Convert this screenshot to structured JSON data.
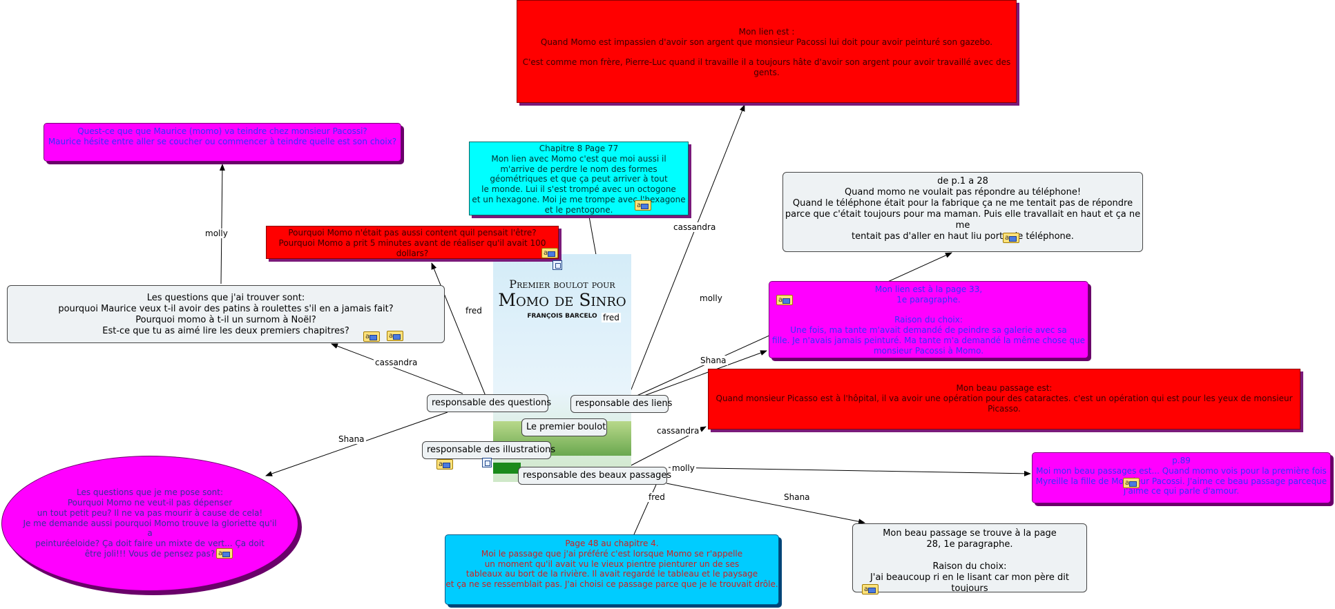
{
  "center": {
    "label": "Le premier boulot"
  },
  "book_cover": {
    "title_line1": "Premier boulot pour",
    "title_line2": "Momo de Sinro",
    "author": "FRANÇOIS BARCELO"
  },
  "branches": {
    "questions": "responsable des questions",
    "liens": "responsable des liens",
    "illustrations": "responsable des illustrations",
    "passages": "responsable des beaux passages"
  },
  "edge_labels": {
    "molly_q": "molly",
    "fred_q": "fred",
    "cassandra_q": "cassandra",
    "shana_q": "Shana",
    "fred_l": "fred",
    "cassandra_l": "cassandra",
    "molly_l": "molly",
    "shana_l": "Shana",
    "cassandra_p": "cassandra",
    "molly_p": "molly",
    "shana_p": "Shana",
    "fred_p": "fred"
  },
  "topics": {
    "molly_question": "Quest-ce que  que Maurice (momo) va teindre chez monsieur Pacossi?\nMaurice hésite entre aller se coucher ou commencer à teindre quelle est son choix?",
    "cassandra_questions": "Les questions que j'ai trouver sont:\npourquoi Maurice veux t-il avoir des patins à roulettes s'il en a jamais fait?\nPourquoi momo à t-il un surnom à  Noël?\nEst-ce que tu as aimé lire les deux premiers chapitres?",
    "fred_questions": "Pourquoi Momo n'était pas aussi content quil pensait l'être?\nPourquoi Momo a prit 5 minutes avant de réaliser qu'il avait 100 dollars?\nAvez-vous aimé la fin?        Quelles pages avez-vous préférées?",
    "shana_questions": "Les questions que je me pose sont:\nPourquoi Momo ne veut-il pas dépenser\nun tout petit peu? Il ne va pas mourir à cause de cela!\nJe me demande aussi pourquoi Momo trouve la gloriette qu'il a\npeinturéeloide? Ça doit faire un mixte de vert... Ça doit\nêtre joli!!! Vous de pensez pas?",
    "fred_lien": "Chapitre 8 Page 77\nMon lien avec Momo c'est que moi aussi il\nm'arrive de perdre le nom des formes\ngéométriques et que ça peut arriver à tout\nle monde. Lui il s'est trompé avec un octogone\net un hexagone. Moi je me trompe avec l'hexagone\net le pentogone.",
    "cassandra_lien": "Mon lien est :\nQuand Momo est impassien d'avoir son argent que monsieur Pacossi lui doit pour avoir peinturé son gazebo.\n\nC'est comme mon frère, Pierre-Luc quand il travaille il a toujours hâte d'avoir son argent pour avoir travaillé avec des gents.",
    "molly_lien_note": "de p.1 a 28\nQuand momo ne voulait pas répondre au téléphone!\nQuand le téléphone était pour la fabrique ça ne me tentait pas de répondre\nparce que c'était toujours pour ma maman. Puis elle travallait en haut et ça ne me\ntentait pas d'aller en haut liu porter le téléphone.",
    "molly_lien": "Mon lien est à la page 33,\n1e paragraphe.\n\nRaison du choix:\nUne fois, ma tante m'avait demandé de peindre sa galerie avec sa\nfille. Je n'avais jamais peinturé. Ma tante m'a demandé la même chose que\nmonsieur Pacossi à Momo.",
    "shana_lien": "Mon beau passage est:\nQuand monsieur Picasso est à l'hôpital, il va avoir une opération pour des cataractes. c'est un opération qui est pour les yeux de monsieur Picasso.",
    "molly_passage": "p.89\nMoi mon beau passages est... Quand momo vois pour la première fois\nMyreille la fille de Monsieur Pacossi. J'aime ce beau passage parceque\nj'aime ce qui parle d'amour.",
    "shana_passage": "Mon beau passage se trouve à la page\n28, 1e paragraphe.\n\nRaison du choix:\nJ'ai beaucoup ri en le lisant car mon père dit toujours\nla même chose à mon frère.",
    "fred_passage": "Page 48 au chapitre 4.\nMoi le passage que j'ai préféré c'est lorsque Momo se r'appelle\nun moment qu'il avait vu le vieux pientre pienturer un de ses\ntableaux au bort de la rivière. Il avait regardé le tableau et le paysage\net ça ne se ressemblait pas. J'ai choisi ce passage parce que je le trouvait drôle."
  },
  "icon_names": [
    "note-icon",
    "attachment-icon"
  ],
  "colors": {
    "red": "#ff0000",
    "magenta": "#ff00ff",
    "cyan": "#00ffff",
    "sky": "#00ccff",
    "grey": "#eef2f4"
  }
}
